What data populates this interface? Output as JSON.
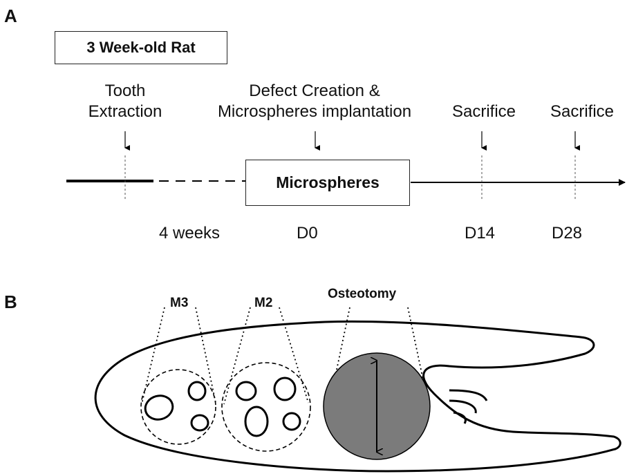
{
  "panel_a": {
    "letter": "A",
    "subject_box": "3 Week-old Rat",
    "events": [
      {
        "line1": "Tooth",
        "line2": "Extraction"
      },
      {
        "line1": "Defect Creation &",
        "line2": "Microspheres implantation"
      },
      {
        "line1": "Sacrifice",
        "line2": ""
      },
      {
        "line1": "Sacrifice",
        "line2": ""
      }
    ],
    "treatment_box": "Microspheres",
    "time_labels": [
      "4 weeks",
      "D0",
      "D14",
      "D28"
    ]
  },
  "panel_b": {
    "letter": "B",
    "regions": [
      "M3",
      "M2",
      "Osteotomy"
    ]
  },
  "colors": {
    "defect_fill": "#7b7b7b",
    "line": "#000000"
  }
}
